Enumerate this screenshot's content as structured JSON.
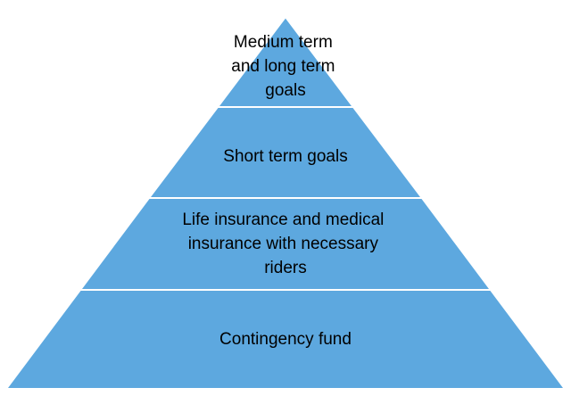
{
  "colors": {
    "tier_fill": "#5DA8DF",
    "divider": "#FFFFFF",
    "label_text": "#000000",
    "background": "#FFFFFF"
  },
  "pyramid": {
    "tiers": [
      {
        "label_lines": [
          "Medium term",
          "and long term",
          "goals"
        ]
      },
      {
        "label_lines": [
          "Short term goals"
        ]
      },
      {
        "label_lines": [
          "Life insurance and medical",
          "insurance with necessary",
          "riders"
        ]
      },
      {
        "label_lines": [
          "Contingency fund"
        ]
      }
    ]
  }
}
